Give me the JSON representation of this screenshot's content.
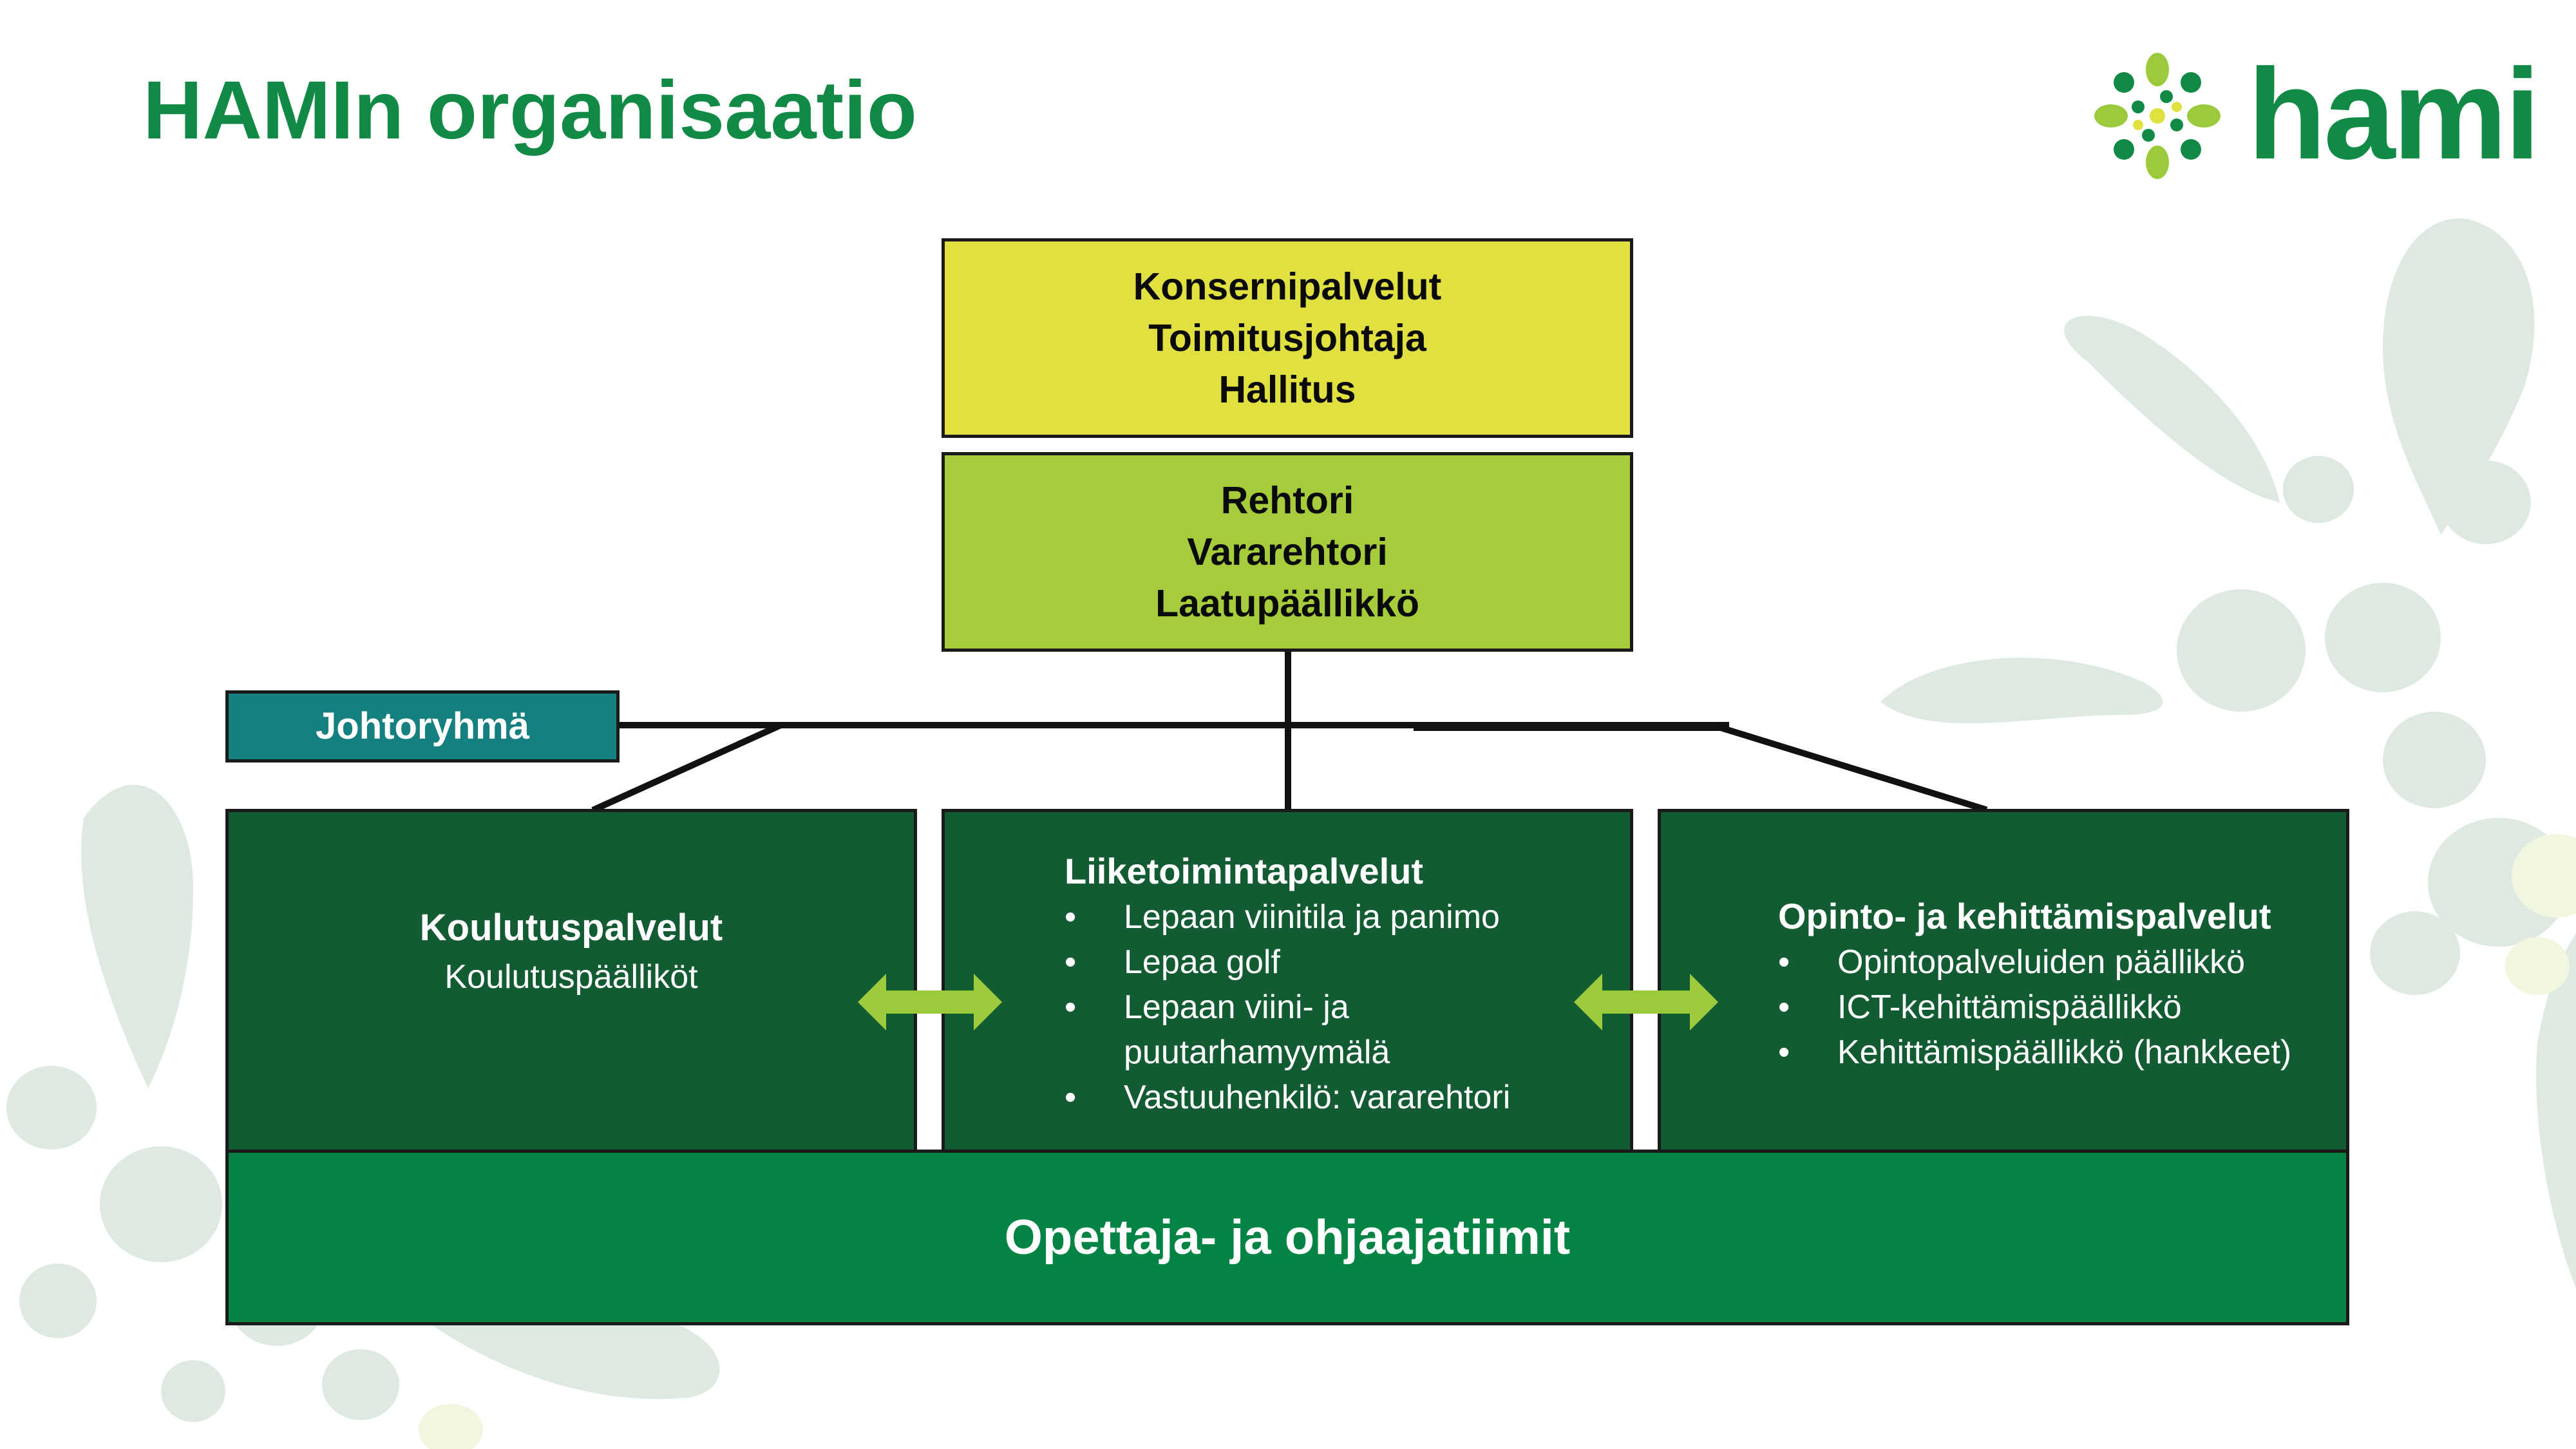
{
  "title": "HAMIn organisaatio",
  "logo": {
    "text": "hami",
    "icon": "flower-logo-icon"
  },
  "top_box": {
    "lines": [
      "Konsernipalvelut",
      "Toimitusjohtaja",
      "Hallitus"
    ]
  },
  "second_box": {
    "lines": [
      "Rehtori",
      "Vararehtori",
      "Laatupäällikkö"
    ]
  },
  "johtoryhma": {
    "label": "Johtoryhmä"
  },
  "units": {
    "koulutus": {
      "heading": "Koulutuspalvelut",
      "sub": "Koulutuspäälliköt"
    },
    "liiketoiminta": {
      "heading": "Liiketoimintapalvelut",
      "items": [
        "Lepaan viinitila ja panimo",
        "Lepaa golf",
        "Lepaan viini- ja",
        "puutarhamyymälä",
        "Vastuuhenkilö: vararehtori"
      ]
    },
    "opinto": {
      "heading": "Opinto- ja kehittämispalvelut",
      "items": [
        "Opintopalveluiden päällikkö",
        "ICT-kehittämispäällikkö",
        "Kehittämispäällikkö (hankkeet)"
      ]
    }
  },
  "bottom": {
    "label": "Opettaja- ja ohjaajatiimit"
  },
  "colors": {
    "title_green": "#118a45",
    "top_yellow": "#e0e040",
    "lime": "#a6cc3b",
    "teal": "#168080",
    "dark_green": "#135b32",
    "green": "#038444",
    "arrow_green": "#9bcb3c"
  }
}
